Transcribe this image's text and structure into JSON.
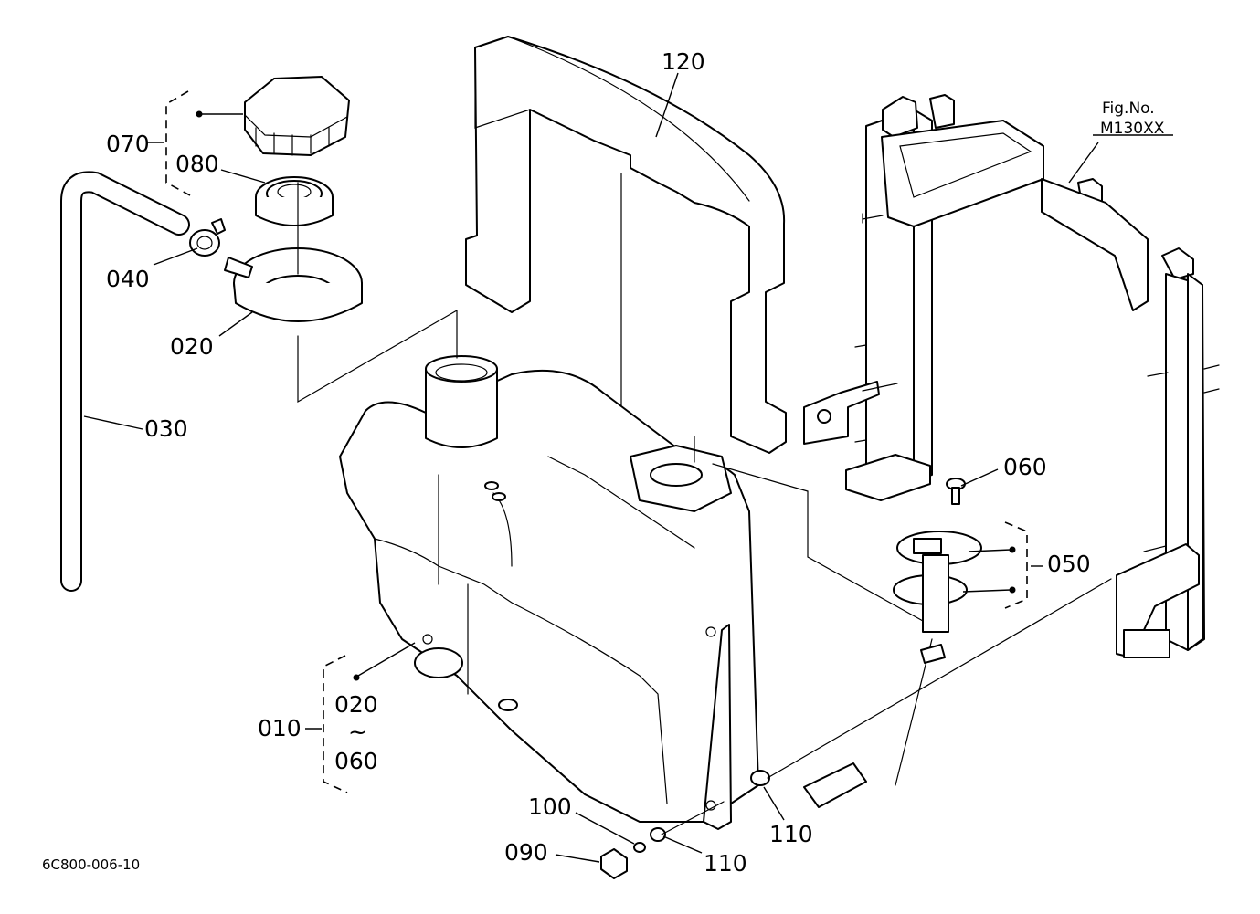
{
  "diagram_id": "6C800-006-10",
  "figure_ref": {
    "line1": "Fig.No.",
    "line2": "M130XX"
  },
  "callouts": [
    {
      "key": "c120",
      "text": "120"
    },
    {
      "key": "c070",
      "text": "070"
    },
    {
      "key": "c080",
      "text": "080"
    },
    {
      "key": "c040",
      "text": "040"
    },
    {
      "key": "c020a",
      "text": "020"
    },
    {
      "key": "c030",
      "text": "030"
    },
    {
      "key": "c060a",
      "text": "060"
    },
    {
      "key": "c050",
      "text": "050"
    },
    {
      "key": "c010",
      "text": "010"
    },
    {
      "key": "c020b",
      "text": "020"
    },
    {
      "key": "c_tilde",
      "text": "~"
    },
    {
      "key": "c060b",
      "text": "060"
    },
    {
      "key": "c100",
      "text": "100"
    },
    {
      "key": "c090",
      "text": "090"
    },
    {
      "key": "c110a",
      "text": "110"
    },
    {
      "key": "c110b",
      "text": "110"
    }
  ]
}
